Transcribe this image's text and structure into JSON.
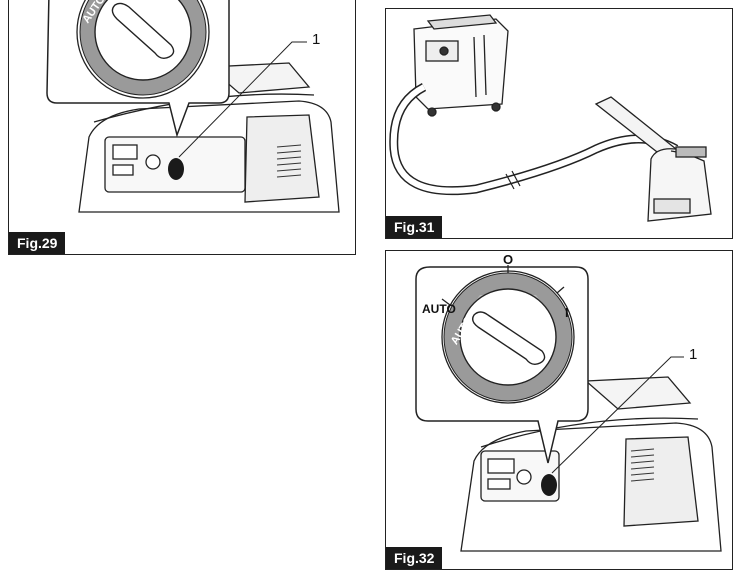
{
  "figures": {
    "fig29": {
      "label": "Fig.29",
      "callout": "1",
      "dial_auto": "AUTO"
    },
    "fig31": {
      "label": "Fig.31"
    },
    "fig32": {
      "label": "Fig.32",
      "callout": "1",
      "dial_auto": "AUTO",
      "dial_auto_outer": "AUTO",
      "dial_off": "O",
      "dial_on": "I"
    }
  }
}
